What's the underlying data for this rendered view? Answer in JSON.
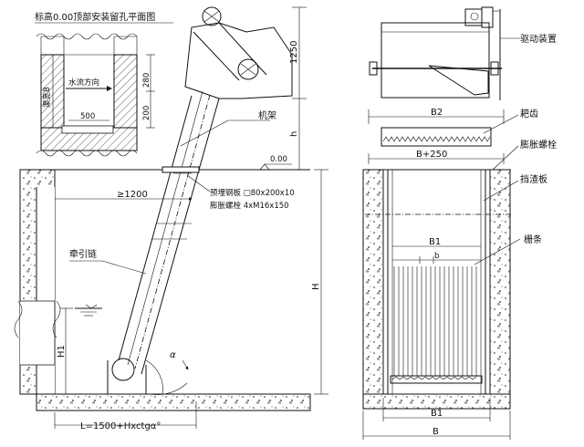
{
  "inset": {
    "title": "标高0.00顶部安装留孔平面图",
    "flow_label": "水流方向",
    "dim_width": "渠宽B",
    "dim_top": "280",
    "dim_bottom": "200",
    "dim_base": "500"
  },
  "side_view": {
    "dim_1250": "1250",
    "dim_h": "h",
    "label_frame": "机架",
    "level_mark": "0.00",
    "dim_1200": "≥1200",
    "note_line1": "预埋钢板 □80x200x10",
    "note_line2": "膨胀螺栓 4xM16x150",
    "label_guide": "牵引链",
    "dim_H": "H",
    "dim_H1": "H1",
    "dim_L": "L=1500+Hxctgα°",
    "angle": "α"
  },
  "front_view": {
    "label_drive": "驱动装置",
    "label_rake": "耙齿",
    "label_anchor": "膨胀螺栓",
    "label_plate": "挡渣板",
    "label_bar": "栅条",
    "dim_B2": "B2",
    "dim_B250": "B+250",
    "dim_B1_inner": "B1",
    "dim_b": "b",
    "dim_B1_bottom": "B1",
    "dim_B": "B"
  }
}
